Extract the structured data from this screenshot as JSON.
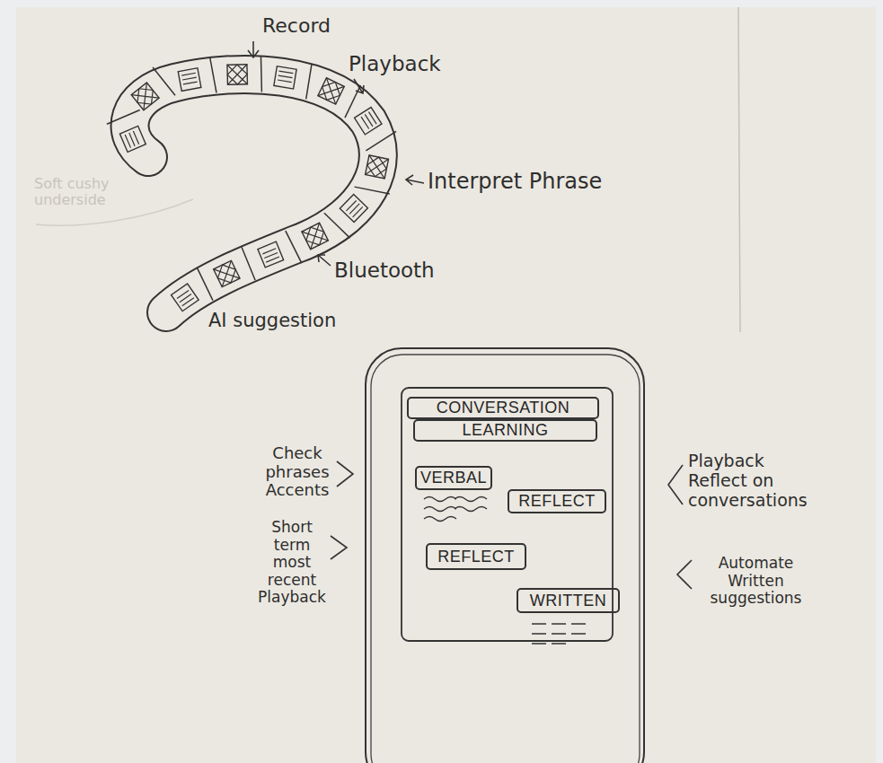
{
  "diagram": {
    "nodes": [
      {
        "text": [
          "CONVERSATION"
        ]
      },
      {
        "text": [
          "LEARNING"
        ]
      },
      {
        "text": [
          "VERBAL"
        ]
      },
      {
        "text": [
          "REFLECT"
        ]
      },
      {
        "text": [
          "REFLECT"
        ]
      },
      {
        "text": [
          "WRITTEN"
        ]
      }
    ],
    "labels": [
      "Record",
      "Playback",
      "Interpret Phrase",
      "Bluetooth",
      "AI suggestion",
      "Soft cushy underside",
      "Check phrases Accents",
      "Short term most recent Playback",
      "Playback Reflect on conversations",
      "Automate Written suggestions"
    ]
  }
}
